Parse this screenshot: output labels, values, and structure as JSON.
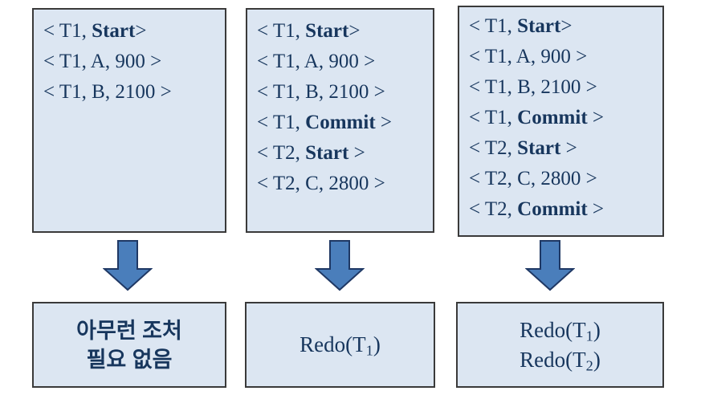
{
  "colors": {
    "box_fill": "#dce6f2",
    "box_border": "#3a3a3a",
    "text_color": "#17365d",
    "arrow_fill": "#4a7ebb",
    "arrow_border": "#1f3864"
  },
  "icons": {
    "down_arrow": "down-block-arrow"
  },
  "columns": [
    {
      "log_lines": [
        [
          {
            "text": "< T1, ",
            "bold": false
          },
          {
            "text": "Start",
            "bold": true
          },
          {
            "text": ">",
            "bold": false
          }
        ],
        [
          {
            "text": "< T1, A, 900 >",
            "bold": false
          }
        ],
        [
          {
            "text": "< T1, B, 2100 >",
            "bold": false
          }
        ]
      ],
      "result_lines": [
        [
          {
            "text": "아무런 조처",
            "bold": true
          }
        ],
        [
          {
            "text": "필요 없음",
            "bold": true
          }
        ]
      ]
    },
    {
      "log_lines": [
        [
          {
            "text": "< T1, ",
            "bold": false
          },
          {
            "text": "Start",
            "bold": true
          },
          {
            "text": ">",
            "bold": false
          }
        ],
        [
          {
            "text": "< T1, A, 900 >",
            "bold": false
          }
        ],
        [
          {
            "text": "< T1, B, 2100 >",
            "bold": false
          }
        ],
        [
          {
            "text": "< T1, ",
            "bold": false
          },
          {
            "text": "Commit",
            "bold": true
          },
          {
            "text": " >",
            "bold": false
          }
        ],
        [
          {
            "text": "< T2, ",
            "bold": false
          },
          {
            "text": "Start",
            "bold": true
          },
          {
            "text": " >",
            "bold": false
          }
        ],
        [
          {
            "text": "< T2, C, 2800 >",
            "bold": false
          }
        ]
      ],
      "result_lines": [
        [
          {
            "text": "Redo(T",
            "bold": false
          },
          {
            "text": "1",
            "bold": false,
            "sub": true
          },
          {
            "text": ")",
            "bold": false
          }
        ]
      ]
    },
    {
      "log_lines": [
        [
          {
            "text": "< T1, ",
            "bold": false
          },
          {
            "text": "Start",
            "bold": true
          },
          {
            "text": ">",
            "bold": false
          }
        ],
        [
          {
            "text": "< T1, A, 900 >",
            "bold": false
          }
        ],
        [
          {
            "text": "< T1, B, 2100 >",
            "bold": false
          }
        ],
        [
          {
            "text": "< T1, ",
            "bold": false
          },
          {
            "text": "Commit",
            "bold": true
          },
          {
            "text": " >",
            "bold": false
          }
        ],
        [
          {
            "text": "< T2, ",
            "bold": false
          },
          {
            "text": "Start",
            "bold": true
          },
          {
            "text": " >",
            "bold": false
          }
        ],
        [
          {
            "text": "< T2, C, 2800 >",
            "bold": false
          }
        ],
        [
          {
            "text": "< T2, ",
            "bold": false
          },
          {
            "text": "Commit",
            "bold": true
          },
          {
            "text": " >",
            "bold": false
          }
        ]
      ],
      "result_lines": [
        [
          {
            "text": "Redo(T",
            "bold": false
          },
          {
            "text": "1",
            "bold": false,
            "sub": true
          },
          {
            "text": ")",
            "bold": false
          }
        ],
        [
          {
            "text": "Redo(T",
            "bold": false
          },
          {
            "text": "2",
            "bold": false,
            "sub": true
          },
          {
            "text": ")",
            "bold": false
          }
        ]
      ]
    }
  ]
}
